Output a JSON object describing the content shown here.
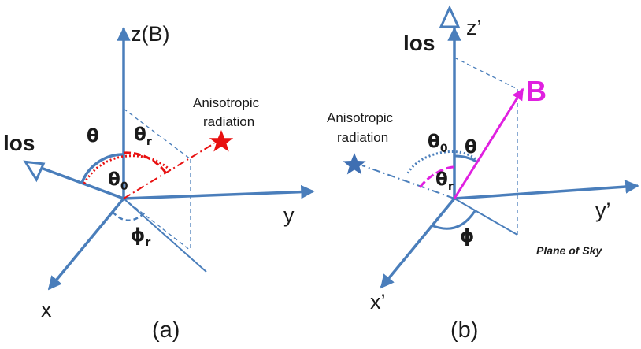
{
  "colors": {
    "axis": "#4A7EBB",
    "radiation_a": "#E81010",
    "field_b": "#E020E0",
    "star_b": "#3F6FB2",
    "text": "#1a1a1a"
  },
  "panel_a": {
    "caption": "(a)",
    "z_axis_label": "z(B)",
    "x_axis_label": "x",
    "y_axis_label": "y",
    "los_label": "los",
    "radiation_label_line1": "Anisotropic",
    "radiation_label_line2": "radiation",
    "theta": "θ",
    "theta_r": "θ",
    "theta_r_sub": "r",
    "theta_0": "θ",
    "theta_0_sub": "0",
    "phi_r": "ϕ",
    "phi_r_sub": "r",
    "los_icon": "eye-icon",
    "radiation_icon": "star-icon"
  },
  "panel_b": {
    "caption": "(b)",
    "z_axis_label": "z’",
    "x_axis_label": "x’",
    "y_axis_label": "y’",
    "los_label": "los",
    "b_label": "B",
    "radiation_label_line1": "Anisotropic",
    "radiation_label_line2": "radiation",
    "theta": "θ",
    "theta_0": "θ",
    "theta_0_sub": "0",
    "theta_r": "θ",
    "theta_r_sub": "r",
    "phi": "ϕ",
    "plane_of_sky": "Plane of Sky",
    "los_icon": "eye-icon",
    "radiation_icon": "star-icon"
  }
}
